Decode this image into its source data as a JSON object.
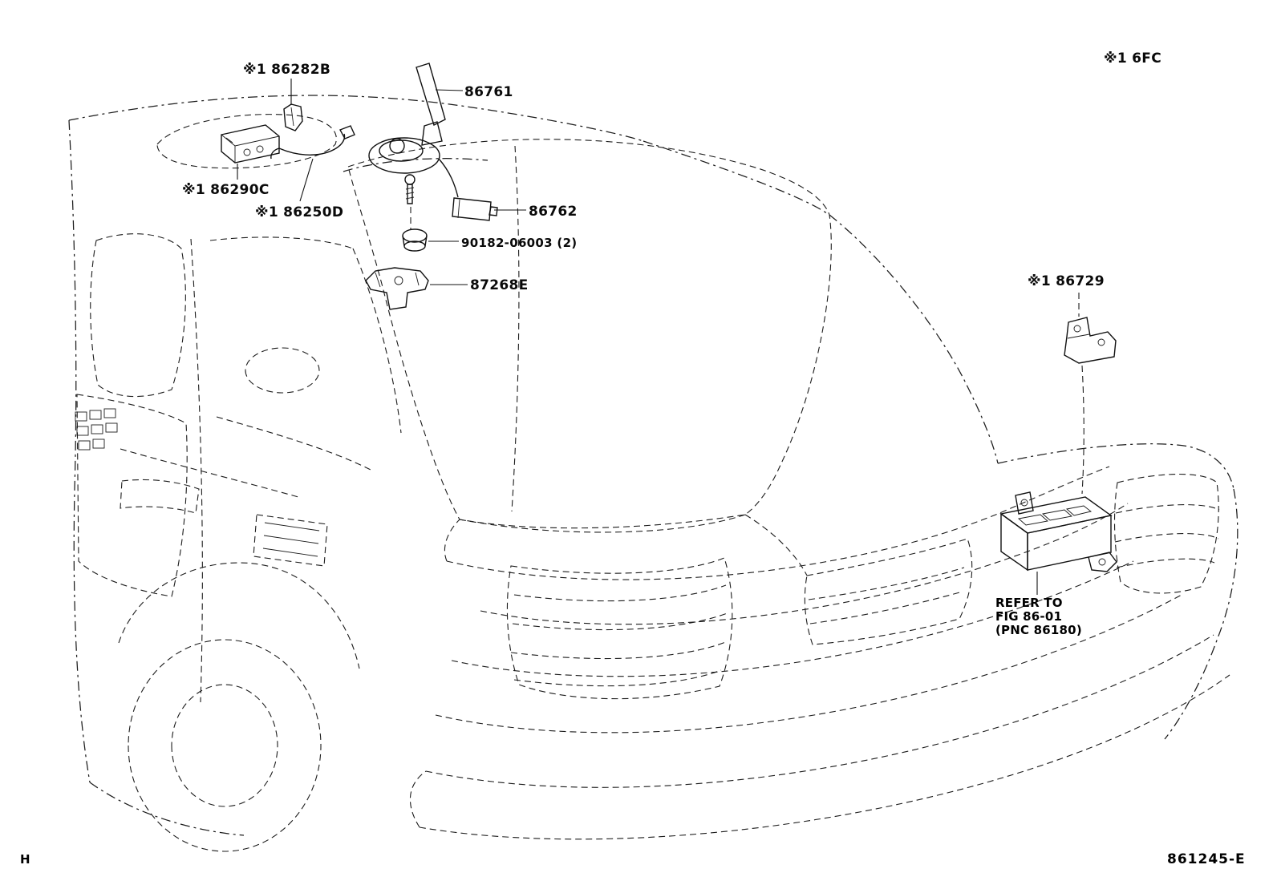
{
  "page": {
    "footer_left": "H",
    "footer_right": "861245-E",
    "note_top_right": "※1 6FC"
  },
  "labels": {
    "part_86282b": "※1 86282B",
    "part_86761": "86761",
    "part_86290c": "※1 86290C",
    "part_86250d": "※1 86250D",
    "part_86762": "86762",
    "part_90182": "90182-06003 (2)",
    "part_87268e": "87268E",
    "part_86729": "※1 86729",
    "refer_line1": "REFER TO",
    "refer_line2": "FIG 86-01",
    "refer_line3": "(PNC 86180)"
  }
}
